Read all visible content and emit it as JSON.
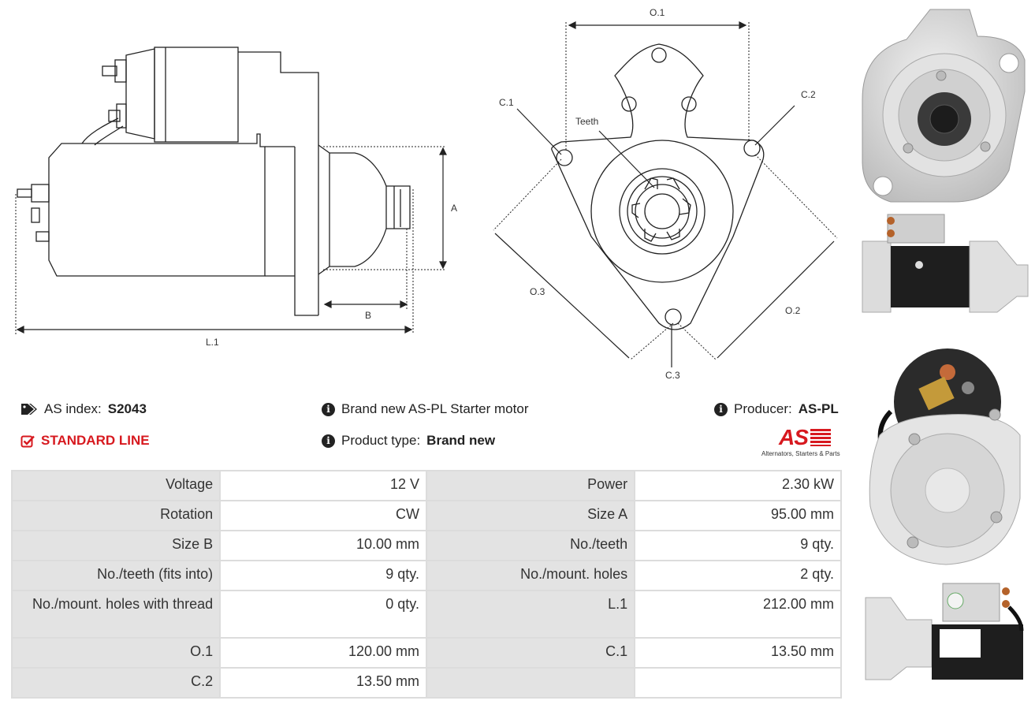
{
  "drawing": {
    "labels": {
      "a": "A",
      "b": "B",
      "l1": "L.1",
      "o1": "O.1",
      "o2": "O.2",
      "o3": "O.3",
      "c1": "C.1",
      "c2": "C.2",
      "c3": "C.3",
      "teeth": "Teeth"
    }
  },
  "info": {
    "index_label": "AS index:",
    "index_value": "S2043",
    "line": "STANDARD LINE",
    "description": "Brand new AS-PL Starter motor",
    "product_type_label": "Product type:",
    "product_type_value": "Brand new",
    "producer_label": "Producer:",
    "producer_value": "AS-PL",
    "logo_tagline": "Alternators, Starters & Parts",
    "logo_text": "AS"
  },
  "specs": [
    {
      "l1": "Voltage",
      "v1": "12 V",
      "l2": "Power",
      "v2": "2.30 kW"
    },
    {
      "l1": "Rotation",
      "v1": "CW",
      "l2": "Size A",
      "v2": "95.00 mm"
    },
    {
      "l1": "Size B",
      "v1": "10.00 mm",
      "l2": "No./teeth",
      "v2": "9 qty."
    },
    {
      "l1": "No./teeth (fits into)",
      "v1": "9 qty.",
      "l2": "No./mount. holes",
      "v2": "2 qty."
    },
    {
      "l1": "No./mount. holes with thread",
      "v1": "0 qty.",
      "l2": "L.1",
      "v2": "212.00 mm"
    },
    {
      "l1": "O.1",
      "v1": "120.00 mm",
      "l2": "C.1",
      "v2": "13.50 mm"
    },
    {
      "l1": "C.2",
      "v1": "13.50 mm",
      "l2": "",
      "v2": ""
    }
  ],
  "colors": {
    "accent_red": "#d7191f",
    "table_label_bg": "#e3e3e3",
    "table_border": "#dcdcdc"
  },
  "icons": [
    "tags-icon",
    "check-square-icon",
    "info-icon"
  ]
}
